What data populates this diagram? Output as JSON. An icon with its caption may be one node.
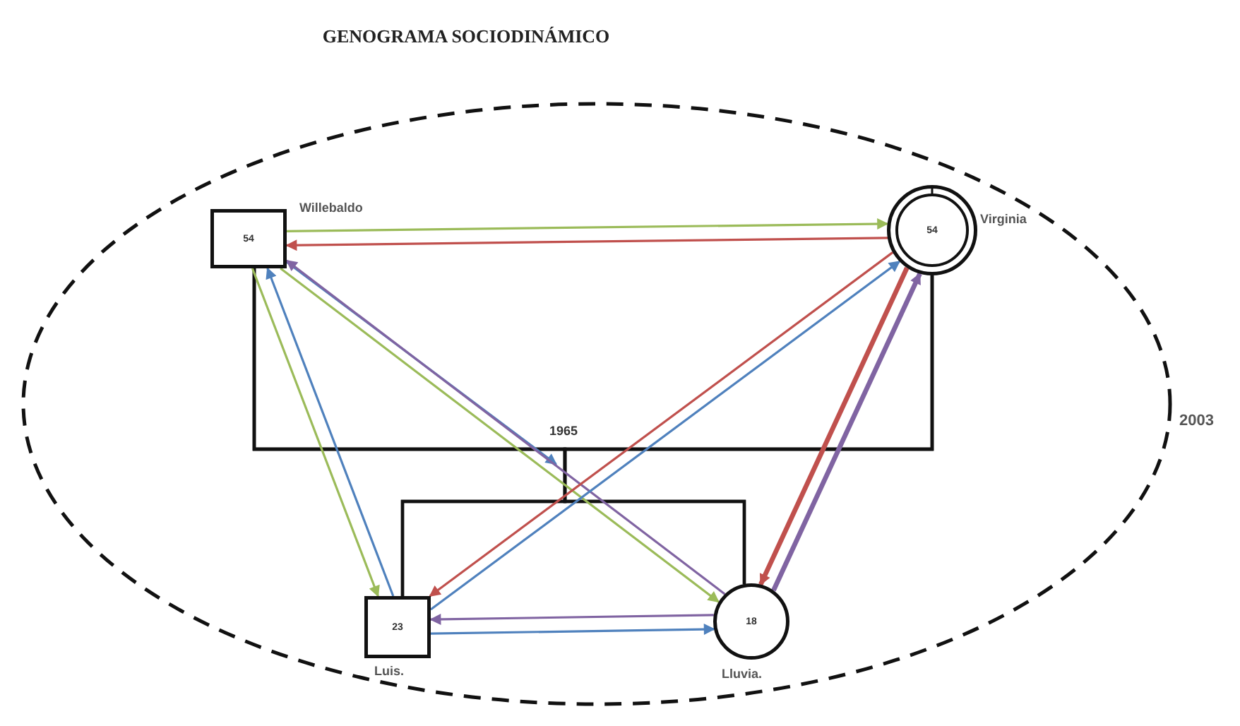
{
  "diagram": {
    "title": "GENOGRAMA SOCIODINÁMICO",
    "nodes": [
      {
        "text": [],
        "shape": "ellipse",
        "beside": [
          "2003"
        ]
      },
      {
        "text": [
          "54"
        ],
        "in": 0,
        "beside": [
          "Willebaldo"
        ]
      },
      {
        "text": [
          "54"
        ],
        "in": 0,
        "beside": [
          "Virginia"
        ]
      },
      {
        "text": [
          "23"
        ],
        "in": 0,
        "beside": [
          "Luis."
        ]
      },
      {
        "text": [
          "18"
        ],
        "in": 0,
        "beside": [
          "Lluvia."
        ]
      }
    ],
    "edges": [
      {
        "from": 1,
        "to": 2,
        "arrow": "none",
        "label": "1965"
      },
      {
        "from": 1,
        "to": 3,
        "arrow": "none"
      },
      {
        "from": 1,
        "to": 4,
        "arrow": "none"
      },
      {
        "from": 2,
        "to": 3,
        "arrow": "none"
      },
      {
        "from": 2,
        "to": 4,
        "arrow": "none"
      },
      {
        "from": 1,
        "to": 2,
        "arrow": "to",
        "color": "#9bbb59"
      },
      {
        "from": 2,
        "to": 1,
        "arrow": "to",
        "color": "#c0504d"
      },
      {
        "from": 1,
        "to": 3,
        "arrow": "to",
        "color": "#9bbb59"
      },
      {
        "from": 3,
        "to": 1,
        "arrow": "to",
        "color": "#4f81bd"
      },
      {
        "from": 1,
        "to": 4,
        "arrow": "to",
        "color": "#9bbb59"
      },
      {
        "from": 1,
        "to": null,
        "arrow": "to",
        "color": "#4f81bd"
      },
      {
        "from": 4,
        "to": 1,
        "arrow": "to",
        "color": "#8064a2"
      },
      {
        "from": 3,
        "to": 2,
        "arrow": "to",
        "color": "#4f81bd"
      },
      {
        "from": 2,
        "to": 3,
        "arrow": "to",
        "color": "#c0504d"
      },
      {
        "from": 4,
        "to": 2,
        "arrow": "to",
        "color": "#8064a2",
        "style": "thick"
      },
      {
        "from": 2,
        "to": 4,
        "arrow": "to",
        "color": "#c0504d",
        "style": "thick"
      },
      {
        "from": 3,
        "to": 4,
        "arrow": "to",
        "color": "#4f81bd"
      },
      {
        "from": 4,
        "to": 3,
        "arrow": "to",
        "color": "#8064a2"
      }
    ]
  }
}
